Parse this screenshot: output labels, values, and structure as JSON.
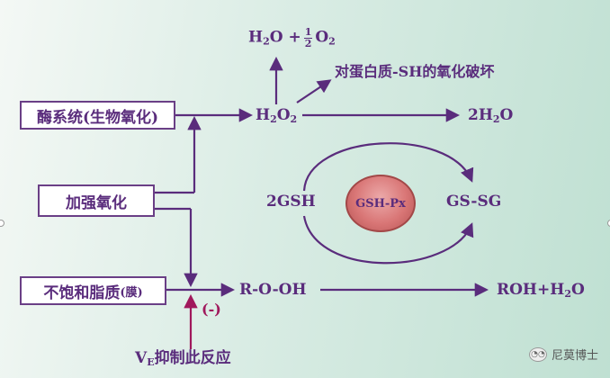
{
  "boxes": {
    "enzyme_system": "酶系统(生物氧化)",
    "enhanced_oxidation": "加强氧化",
    "unsaturated_lipid_main": "不饱和脂质",
    "unsaturated_lipid_suffix": "(膜)"
  },
  "chem": {
    "h2o2_a": "H",
    "h2o2_sub1": "2",
    "h2o2_b": "O",
    "h2o2_sub2": "2",
    "water_top_a": "H",
    "water_top_sub": "2",
    "water_top_b": "O +",
    "half_num": "1",
    "half_den": "2",
    "o2_a": "O",
    "o2_sub": "2",
    "two_water_a": "2H",
    "two_water_sub": "2",
    "two_water_b": "O",
    "gsh": "2GSH",
    "gssg": "GS-SG",
    "enzyme": "GSH-Px",
    "roo_h": "R-O-OH",
    "roh_water": "ROH+H",
    "roh_water_sub": "2",
    "roh_water_end": "O"
  },
  "notes": {
    "protein_damage": "对蛋白质-SH的氧化破坏",
    "inhibit_sign": "(-)",
    "ve_v": "V",
    "ve_sub": "E",
    "ve_text": "抑制此反应"
  },
  "watermark": {
    "icon": "wechat-icon",
    "text": "尼莫博士"
  },
  "colors": {
    "ink": "#5a2c7c",
    "arrow": "#5a2c7c",
    "inhibit": "#a0185c",
    "enzyme_fill": "#d97676"
  }
}
